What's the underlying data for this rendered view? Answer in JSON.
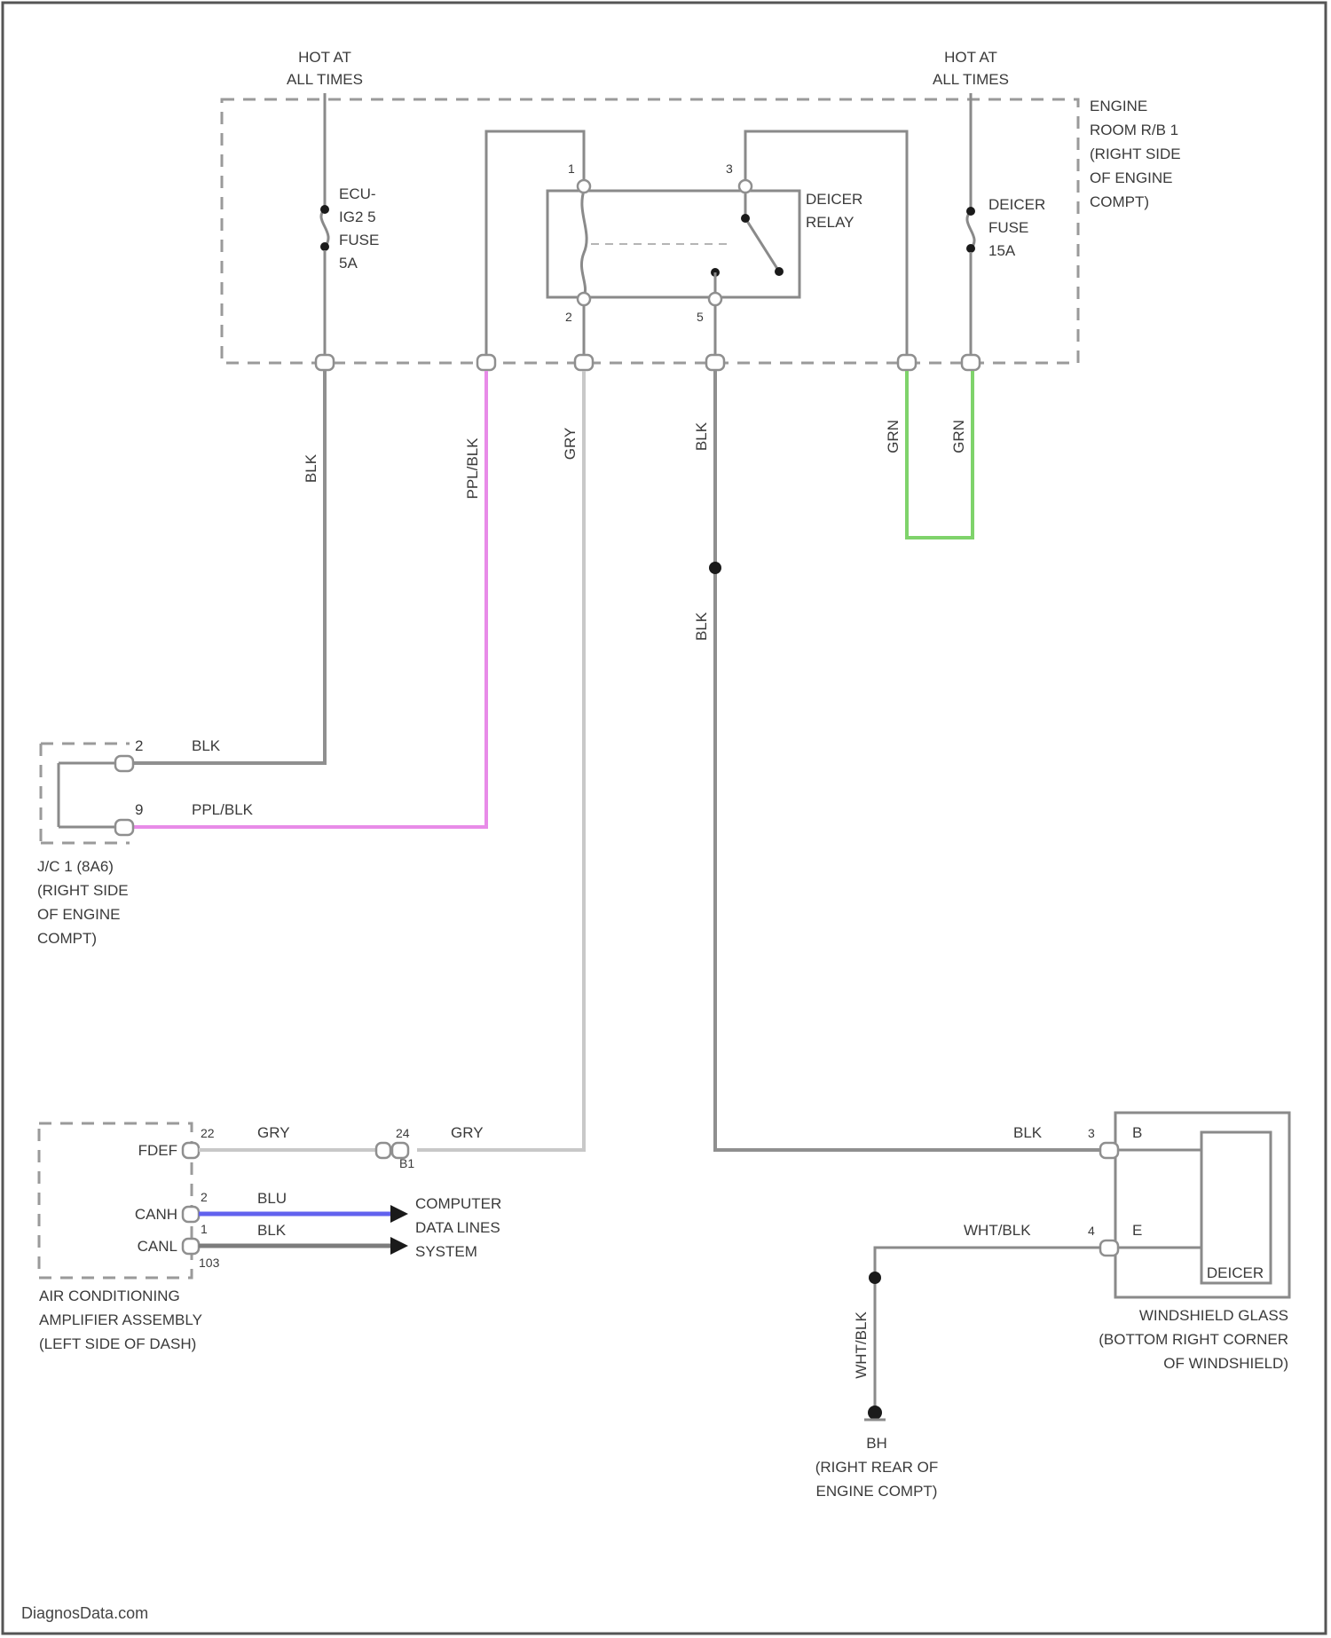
{
  "frame_color": "#555555",
  "hot_left": [
    "HOT AT",
    "ALL TIMES"
  ],
  "hot_right": [
    "HOT AT",
    "ALL TIMES"
  ],
  "engine_rb": [
    "ENGINE",
    "ROOM R/B 1",
    "(RIGHT SIDE",
    "OF ENGINE",
    "COMPT)"
  ],
  "ecu_fuse": [
    "ECU-",
    "IG2 5",
    "FUSE",
    "5A"
  ],
  "deicer_relay": [
    "DEICER",
    "RELAY"
  ],
  "deicer_fuse": [
    "DEICER",
    "FUSE",
    "15A"
  ],
  "relay_pins": {
    "p1": "1",
    "p2": "2",
    "p3": "3",
    "p5": "5"
  },
  "wire_colors_top": {
    "blk1": "BLK",
    "ppl": "PPL/BLK",
    "gry": "GRY",
    "blk2": "BLK",
    "grn1": "GRN",
    "grn2": "GRN"
  },
  "wire_blk_lower": "BLK",
  "jc": {
    "pin_a": "2",
    "wire_a": "BLK",
    "pin_b": "9",
    "wire_b": "PPL/BLK",
    "label": [
      "J/C 1 (8A6)",
      "(RIGHT SIDE",
      "OF ENGINE",
      "COMPT)"
    ]
  },
  "ac_amp": {
    "terms": [
      "FDEF",
      "CANH",
      "CANL"
    ],
    "pins": [
      "22",
      "2",
      "1"
    ],
    "pin_extra": "103",
    "wires": [
      "GRY",
      "BLU",
      "BLK"
    ],
    "label": [
      "AIR CONDITIONING",
      "AMPLIFIER ASSEMBLY",
      "(LEFT SIDE OF DASH)"
    ]
  },
  "inline_conn": {
    "pin": "24",
    "wire": "GRY",
    "id": "B1"
  },
  "comp_data": [
    "COMPUTER",
    "DATA LINES",
    "SYSTEM"
  ],
  "deicer": {
    "wire_top": "BLK",
    "pin_top": "3",
    "term_top": "B",
    "wire_bot": "WHT/BLK",
    "pin_bot": "4",
    "term_bot": "E",
    "name": "DEICER",
    "label": [
      "WINDSHIELD GLASS",
      "(BOTTOM RIGHT CORNER",
      "OF WINDSHIELD)"
    ]
  },
  "ground": {
    "wire": "WHT/BLK",
    "label": [
      "BH",
      "(RIGHT REAR OF",
      "ENGINE COMPT)"
    ]
  },
  "footer": "DiagnosData.com"
}
